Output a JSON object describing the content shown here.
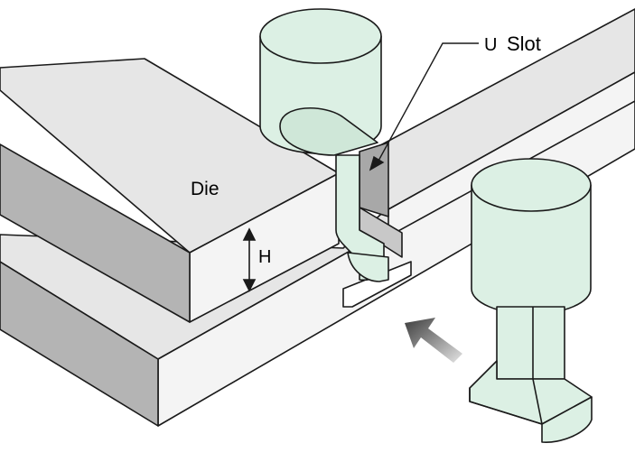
{
  "labels": {
    "u_slot_prefix": "U",
    "u_slot_word": "Slot",
    "die": "Die",
    "height": "H"
  },
  "colors": {
    "die_top": "#e6e6e6",
    "die_side": "#b0b0b0",
    "die_front": "#f2f2f2",
    "bolt": "#dcf0e4",
    "outline": "#1a1a1a",
    "arrow_dark": "#4a4a4a",
    "arrow_light": "#dddddd"
  }
}
